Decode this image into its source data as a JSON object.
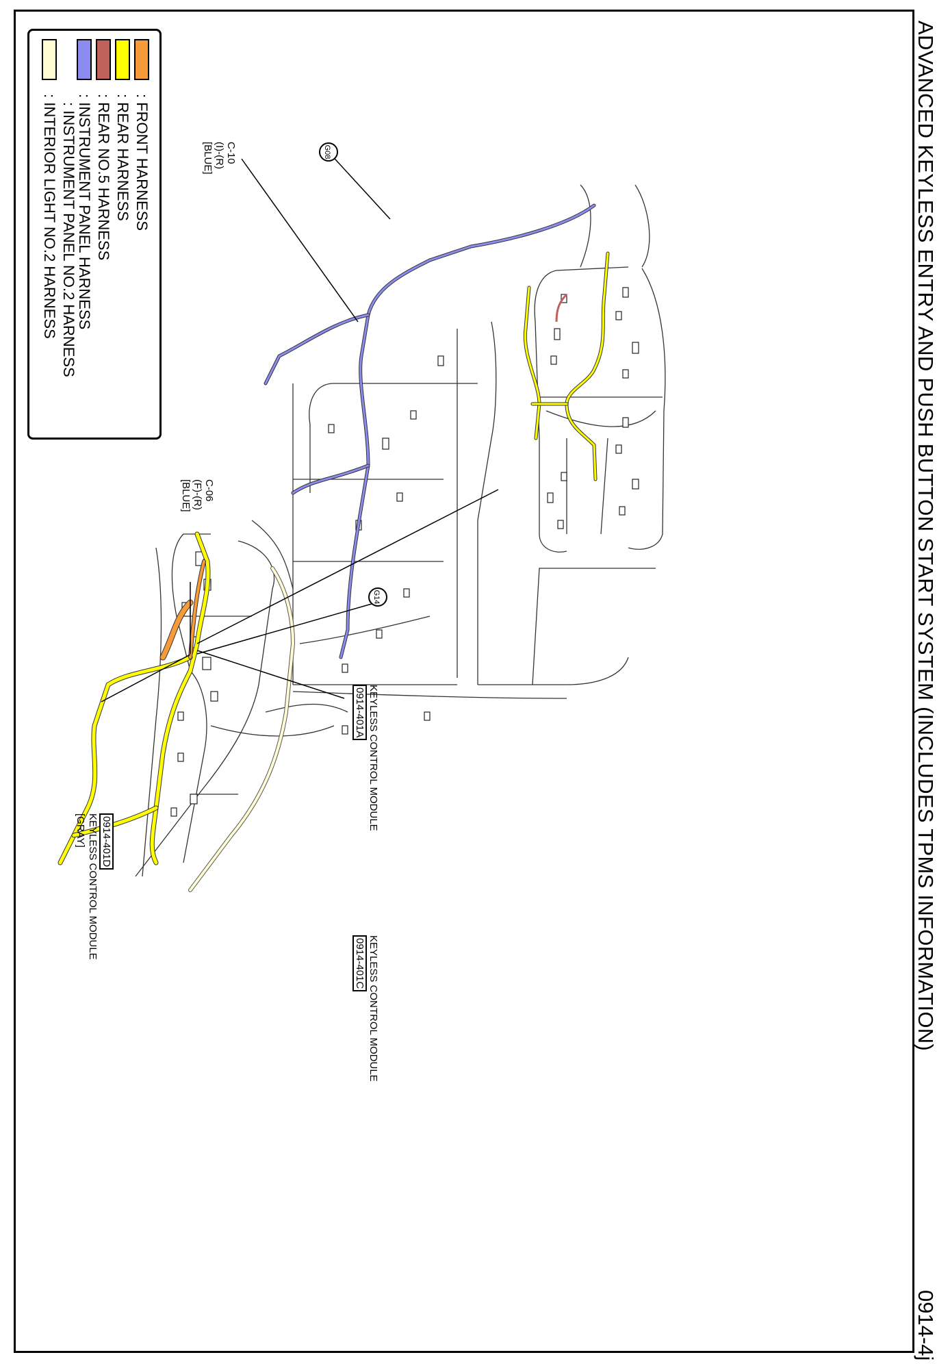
{
  "title": "ADVANCED KEYLESS ENTRY AND PUSH BUTTON START SYSTEM (INCLUDES TPMS INFORMATION)",
  "page_code": "0914-4j",
  "legend": [
    {
      "label": ": FRONT HARNESS",
      "color": "#f79a3a"
    },
    {
      "label": ": REAR HARNESS",
      "color": "#ffff00"
    },
    {
      "label": ": REAR NO.5 HARNESS",
      "color": "#c0605a"
    },
    {
      "label": ": INSTRUMENT PANEL HARNESS",
      "color": "#8c8cf0"
    },
    {
      "label": ": INSTRUMENT PANEL NO.2 HARNESS",
      "color": "#fff0b8",
      "text_only": true
    },
    {
      "label": ": INTERIOR LIGHT NO.2 HARNESS",
      "color": "#fffbd2"
    }
  ],
  "upper_view": {
    "ground": "G08",
    "connector": {
      "id": "C-10",
      "type": "(I)-(R)",
      "color": "[BLUE]"
    }
  },
  "lower_view": {
    "ground": "G14",
    "connector": {
      "id": "C-06",
      "type": "(F)-(R)",
      "color": "[BLUE]"
    },
    "modules": [
      {
        "name": "KEYLESS CONTROL MODULE",
        "code": "0914-401A"
      },
      {
        "name": "KEYLESS CONTROL MODULE",
        "code": "0914-401C"
      },
      {
        "name": "KEYLESS CONTROL MODULE",
        "code": "0914-401D",
        "color": "[GRAY]"
      }
    ]
  }
}
